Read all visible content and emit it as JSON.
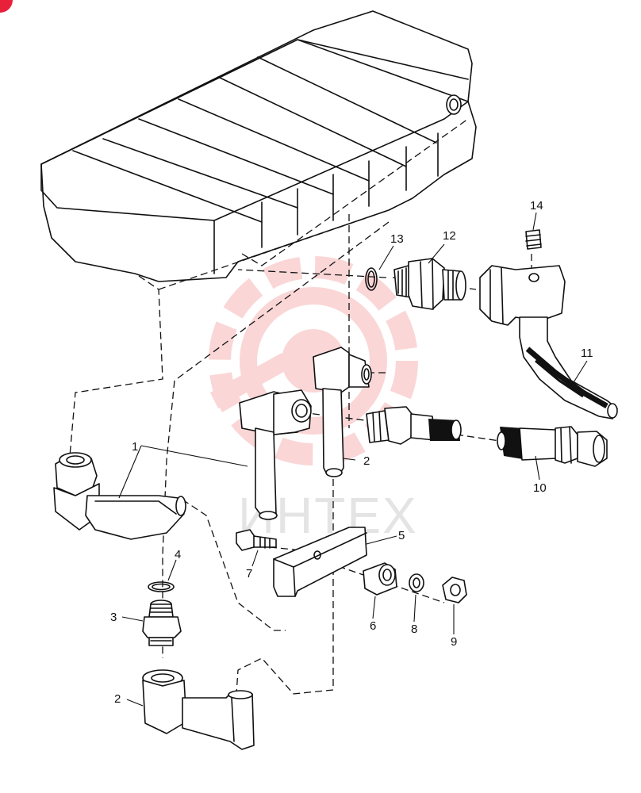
{
  "watermark": {
    "text": "ИНТЕХ",
    "color": "#f07070",
    "icon": "gear-logo-icon"
  },
  "corner_badge": {
    "color": "#e8203a",
    "icon": "badge-icon"
  },
  "callouts": [
    {
      "id": "1a",
      "number": "1",
      "part": "elbow-tube"
    },
    {
      "id": "2a",
      "number": "2",
      "part": "elbow-tube"
    },
    {
      "id": "2b",
      "number": "2",
      "part": "elbow-tube"
    },
    {
      "id": "3",
      "number": "3",
      "part": "adapter"
    },
    {
      "id": "4",
      "number": "4",
      "part": "o-ring"
    },
    {
      "id": "5",
      "number": "5",
      "part": "bracket"
    },
    {
      "id": "6",
      "number": "6",
      "part": "spacer"
    },
    {
      "id": "7",
      "number": "7",
      "part": "bolt"
    },
    {
      "id": "8",
      "number": "8",
      "part": "lock-washer"
    },
    {
      "id": "9",
      "number": "9",
      "part": "nut"
    },
    {
      "id": "10",
      "number": "10",
      "part": "hose"
    },
    {
      "id": "11",
      "number": "11",
      "part": "hose"
    },
    {
      "id": "12",
      "number": "12",
      "part": "adapter"
    },
    {
      "id": "13",
      "number": "13",
      "part": "o-ring"
    },
    {
      "id": "14",
      "number": "14",
      "part": "plug"
    }
  ]
}
